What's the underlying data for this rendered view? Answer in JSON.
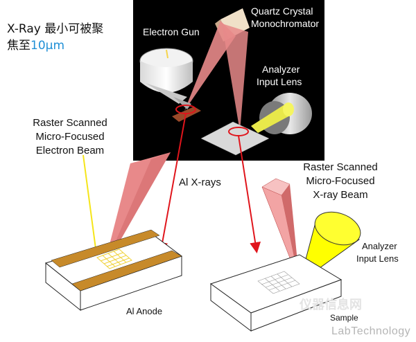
{
  "title": {
    "line1": "X-Ray 最小可被聚",
    "line2_prefix": "焦至",
    "line2_accent": "10μm"
  },
  "colors": {
    "beam": "#e8898a",
    "electron_beam": "#f5d44a",
    "analyzer_cone": "#ffff00",
    "arrow": "#e0151c",
    "anode_stripe": "#c78a2a",
    "inset_background": "#000000",
    "accent": "#1f8fd6"
  },
  "labels": {
    "electron_gun": "Electron Gun",
    "quartz_line1": "Quartz Crystal",
    "quartz_line2": "Monochromator",
    "analyzer_inset_line1": "Analyzer",
    "analyzer_inset_line2": "Input Lens",
    "raster_e_line1": "Raster Scanned",
    "raster_e_line2": "Micro-Focused",
    "raster_e_line3": "Electron Beam",
    "al_xrays": "Al X-rays",
    "raster_x_line1": "Raster Scanned",
    "raster_x_line2": "Micro-Focused",
    "raster_x_line3": "X-ray Beam",
    "analyzer_line1": "Analyzer",
    "analyzer_line2": "Input Lens",
    "al_anode": "Al Anode",
    "sample": "Sample"
  },
  "watermark": {
    "text": "LabTechnology",
    "cn_text": "仪器信息网"
  }
}
